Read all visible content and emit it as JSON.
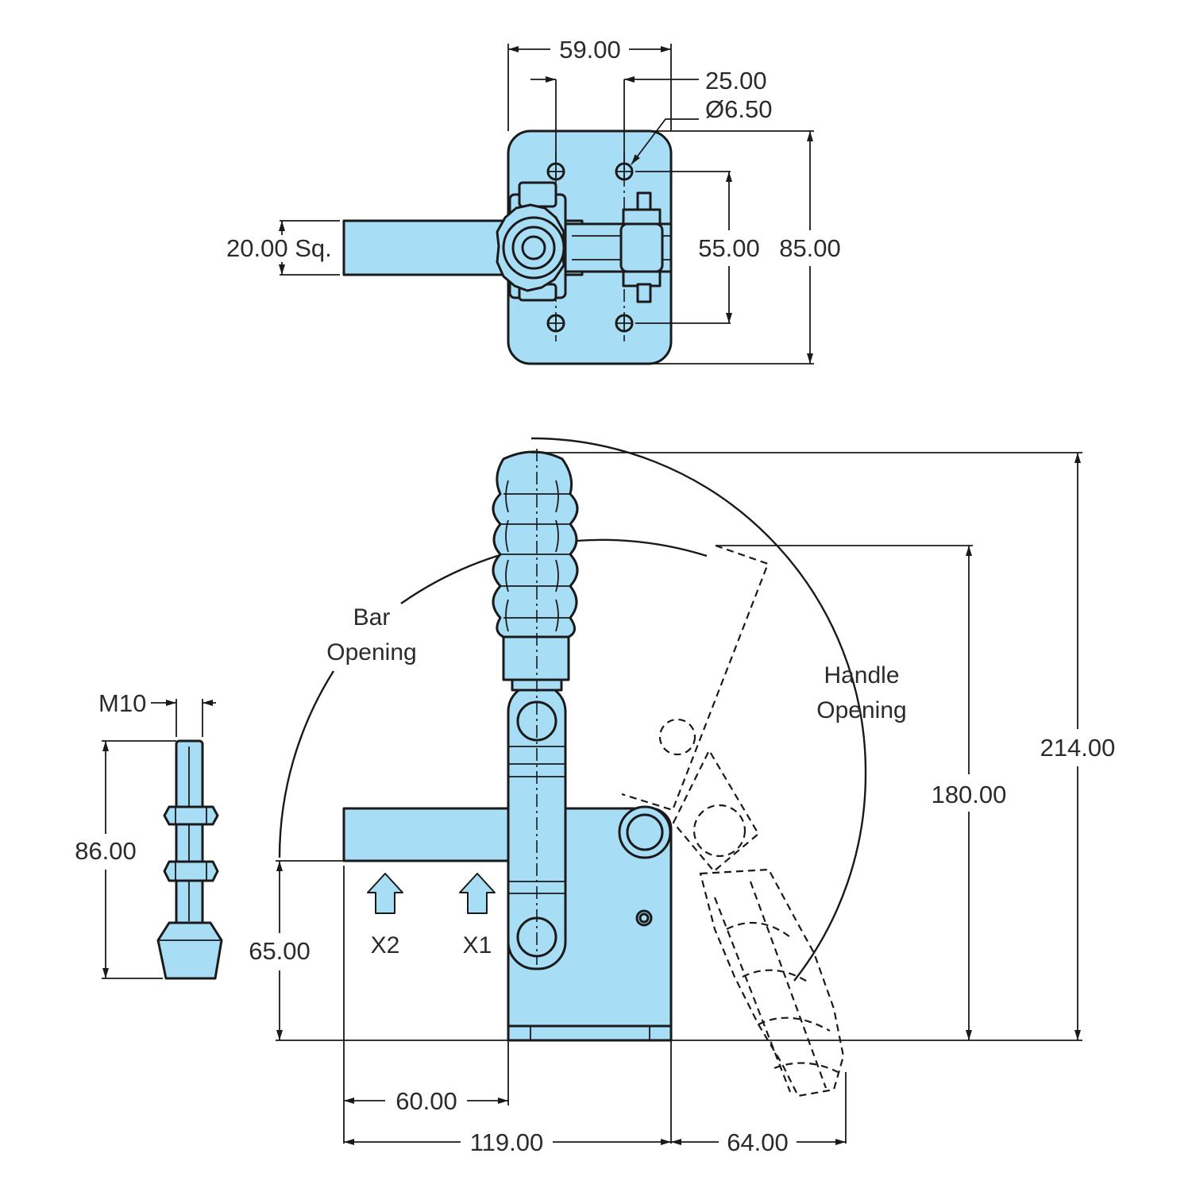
{
  "colors": {
    "part_fill": "#a8def5",
    "outline": "#1a1a1a",
    "text": "#2b2b2b"
  },
  "dimensions": {
    "top_width": "59.00",
    "hole_spacing_x": "25.00",
    "hole_diameter": "Ø6.50",
    "bar_square": "20.00 Sq.",
    "hole_spacing_y": "55.00",
    "base_height": "85.00",
    "spindle_thread": "M10",
    "spindle_length": "86.00",
    "bar_height": "65.00",
    "bar_reach": "60.00",
    "overall_length": "119.00",
    "handle_reach": "64.00",
    "open_height": "180.00",
    "overall_height": "214.00"
  },
  "labels": {
    "bar_opening_1": "Bar",
    "bar_opening_2": "Opening",
    "handle_opening_1": "Handle",
    "handle_opening_2": "Opening",
    "x2": "X2",
    "x1": "X1"
  }
}
